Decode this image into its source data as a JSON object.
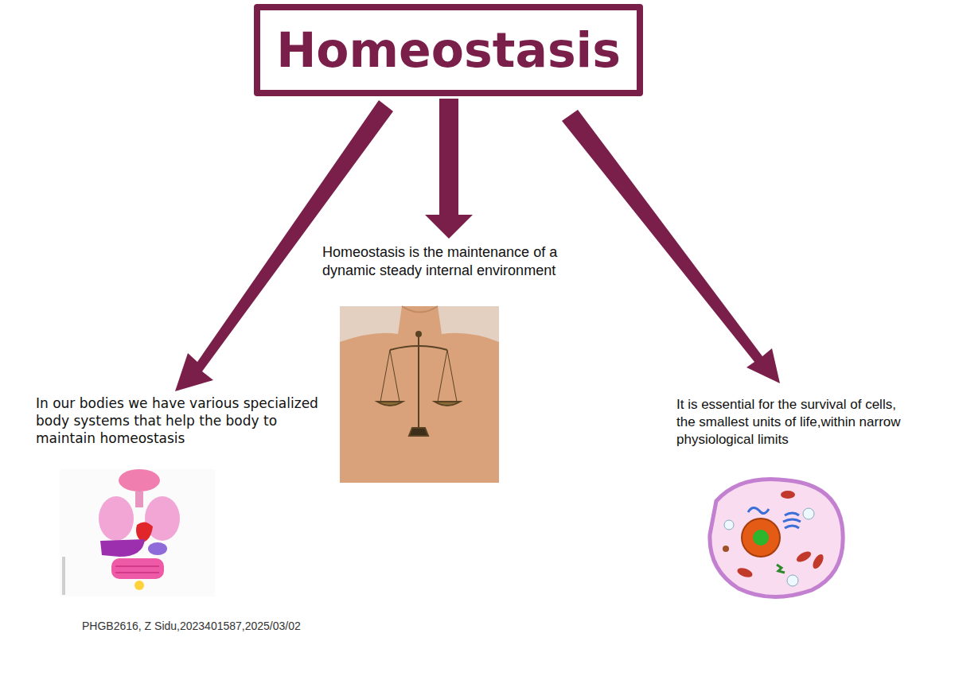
{
  "diagram": {
    "nodes": [
      {
        "text": [
          "Homeostasis"
        ]
      }
    ],
    "labels": [
      "Homeostasis is the maintenance of a dynamic steady internal environment",
      "In our bodies we have various specialized body systems that help the body to maintain homeostasis",
      "It is essential for the survival of cells, the smallest units of life,within narrow physiological limits",
      "PHGB2616, Z Sidu,2023401587,2025/03/02"
    ]
  }
}
